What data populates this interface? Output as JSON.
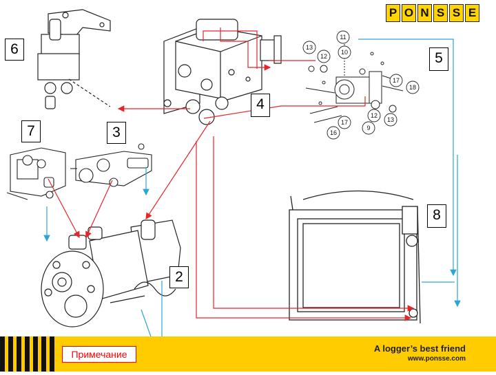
{
  "brand": {
    "letters": [
      "P",
      "O",
      "N",
      "S",
      "S",
      "E"
    ],
    "colors": {
      "yellow": "#ffd400",
      "footer": "#ffcc00",
      "red_line": "#e8232a",
      "blue_line": "#2aa7d6"
    }
  },
  "callouts": {
    "c2": "2",
    "c3": "3",
    "c4": "4",
    "c5": "5",
    "c6": "6",
    "c7": "7",
    "c8": "8"
  },
  "parts": {
    "p9": "9",
    "p10": "10",
    "p11": "11",
    "p12a": "12",
    "p12b": "12",
    "p13a": "13",
    "p13b": "13",
    "p16": "16",
    "p17a": "17",
    "p17b": "17",
    "p18": "18"
  },
  "footer": {
    "note": "Примечание",
    "tagline": "A logger’s best friend",
    "website": "www.ponsse.com"
  }
}
